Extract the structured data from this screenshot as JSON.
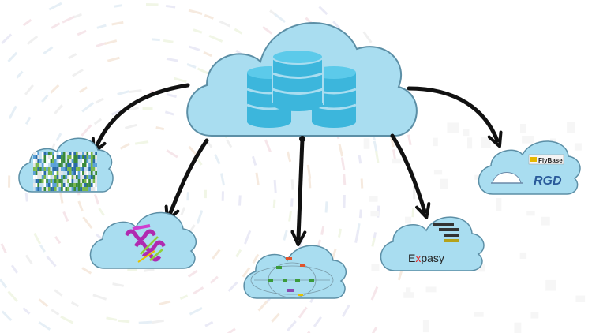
{
  "diagram": {
    "hub": {
      "icon": "database-icon"
    },
    "arrow_color": "#111111",
    "cloud_fill": "#a9ddf0",
    "cloud_stroke": "#5c8fa6",
    "db_color": "#3cb6dc",
    "nodes": [
      {
        "id": "sequence-alignment",
        "icon": "sequence-alignment-icon"
      },
      {
        "id": "protein-structure",
        "icon": "protein-structure-icon"
      },
      {
        "id": "interaction-network",
        "icon": "network-icon"
      },
      {
        "id": "expasy",
        "icon": "expasy-logo",
        "label_pre": "E",
        "label_x": "x",
        "label_post": "pasy",
        "label_x_color": "#e32b2b"
      },
      {
        "id": "model-organism-databases",
        "icon": "model-organism-logos",
        "flybase_label": "FlyBase",
        "rgd_label": "RGD"
      }
    ]
  }
}
